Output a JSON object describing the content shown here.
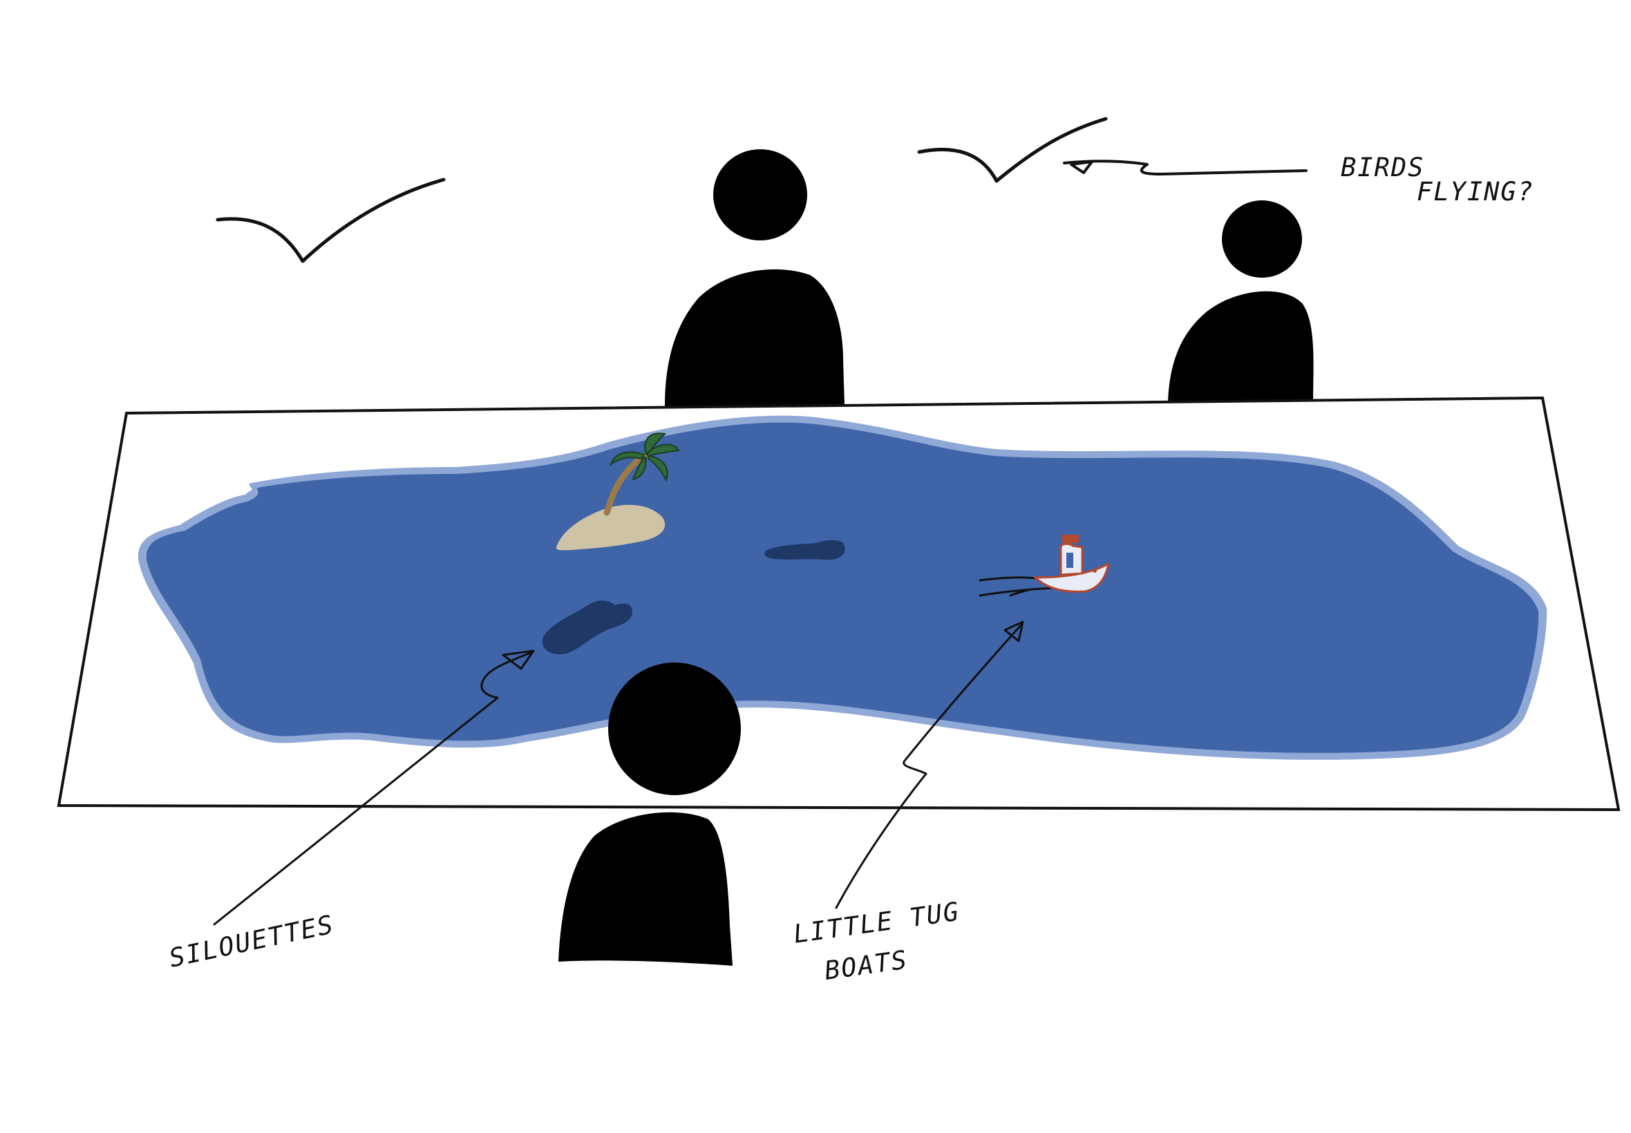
{
  "labels": {
    "birds_line1": "BIRDS",
    "birds_line2": "FLYING?",
    "silhouettes": "SILOUETTES",
    "tug_line1": "LITTLE TUG",
    "tug_line2": "BOATS"
  },
  "colors": {
    "background": "#ffffff",
    "ink": "#111111",
    "silhouette_fill": "#000000",
    "water": "#3f64a8",
    "water_edge": "#8fa8d6",
    "shadow_shape": "#1f3866",
    "sand": "#cfc3a6",
    "palm_leaves": "#2f6b3a",
    "palm_trunk": "#9b7a4a",
    "boat_hull": "#e8ecf7",
    "boat_trim": "#b5482e"
  },
  "icons": {
    "person": "person-silhouette-icon",
    "bird": "bird-icon",
    "palm": "palm-tree-icon",
    "boat": "tug-boat-icon",
    "arrow": "arrow-icon"
  }
}
